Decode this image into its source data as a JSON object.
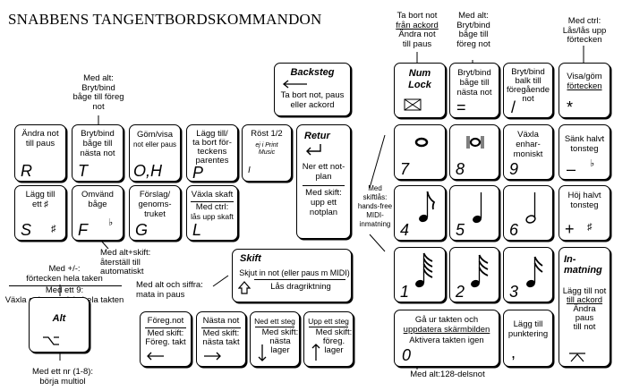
{
  "title": "SNABBENS TANGENTBORDSKOMMANDON",
  "notes": {
    "alt_top_label": "Med alt:",
    "alt_top_text": "Bryt/bind båge till föreg not",
    "plus_minus_1": "Med +/-:",
    "plus_minus_2": "förtecken hela taken",
    "nine_1": "Med ett 9:",
    "nine_2": "Växla enharmoniskt hela takten",
    "alt_bottom_1": "Med ett nr (1-8):",
    "alt_bottom_2": "börja multiol",
    "alt_shift_1": "Med alt+skift:",
    "alt_shift_2": "återställ till",
    "alt_shift_3": "automatiskt",
    "alt_digit_1": "Med alt och siffra:",
    "alt_digit_2": "mata in paus",
    "midi_1": "Med",
    "midi_2": "skiftlås:",
    "midi_3": "hands-free",
    "midi_4": "MIDI-",
    "midi_5": "inmatning",
    "numlock_top_1": "Ta bort not",
    "numlock_top_2": "från ackord",
    "numlock_top_3": "Ändra not",
    "numlock_top_4": "till paus",
    "slash_top_1": "Med alt:",
    "slash_top_2": "Bryt/bind",
    "slash_top_3": "båge till",
    "slash_top_4": "föreg not",
    "ctrl_top_1": "Med ctrl:",
    "ctrl_top_2": "Lås/lås upp",
    "ctrl_top_3": "förtecken",
    "alt128": "Med alt:128-delsnot"
  },
  "keys": {
    "r": {
      "l1": "Ändra not",
      "l2": "till paus",
      "k": "R"
    },
    "t": {
      "l1": "Bryt/bind",
      "l2": "båge till",
      "l3": "nästa not",
      "k": "T"
    },
    "oh": {
      "l1": "Göm/visa",
      "l2": "not eller paus",
      "k": "O,H"
    },
    "p": {
      "l1": "Lägg till/",
      "l2": "ta bort för-",
      "l3": "teckens",
      "l4": "parentes",
      "k": "P"
    },
    "i": {
      "l1": "Röst 1/2",
      "l2": "ej i Print",
      "l3": "Music",
      "k": "I"
    },
    "s": {
      "l1": "Lägg till",
      "l2": "ett",
      "k": "S"
    },
    "f": {
      "l1": "Omvänd",
      "l2": "båge",
      "k": "F"
    },
    "g": {
      "l1": "Förslag/",
      "l2": "genoms-",
      "l3": "truket",
      "k": "G"
    },
    "l": {
      "l1": "Växla skaft",
      "l2": "Med ctrl:",
      "l3": "lås upp skaft",
      "k": "L"
    },
    "backsteg": {
      "name": "Backsteg",
      "l1": "Ta bort not, paus",
      "l2": "eller ackord"
    },
    "retur": {
      "name": "Retur",
      "l1": "Ner ett not-",
      "l2": "plan",
      "l3": "Med skift:",
      "l4": "upp ett",
      "l5": "notplan"
    },
    "skift": {
      "name": "Skift",
      "l1": "Skjut in not (eller paus m MIDI)",
      "l2": "Lås dragriktning"
    },
    "alt": {
      "name": "Alt"
    },
    "left": {
      "l1": "Föreg.not",
      "l2": "Med skift:",
      "l3": "Föreg. takt"
    },
    "right": {
      "l1": "Nästa not",
      "l2": "Med skift:",
      "l3": "nästa takt"
    },
    "down": {
      "l1": "Ned ett steg",
      "l2": "Med skift:",
      "l3": "nästa",
      "l4": "lager"
    },
    "up": {
      "l1": "Upp ett steg",
      "l2": "Med skift:",
      "l3": "föreg.",
      "l4": "lager"
    },
    "numlock": {
      "l1": "Num",
      "l2": "Lock"
    },
    "slash": {
      "l1": "Bryt/bind",
      "l2": "båge till",
      "l3": "nästa not",
      "k": "="
    },
    "star_slash": {
      "l1": "Bryt/bind",
      "l2": "balk till",
      "l3": "föregående",
      "l4": "not",
      "k": "/"
    },
    "star": {
      "l1": "Visa/göm",
      "l2": "förtecken",
      "k": "*"
    },
    "n7": {
      "k": "7"
    },
    "n8": {
      "k": "8"
    },
    "n9": {
      "l1": "Växla",
      "l2": "enhar-",
      "l3": "moniskt",
      "k": "9"
    },
    "minus": {
      "l1": "Sänk halvt",
      "l2": "tonsteg",
      "k": "–"
    },
    "n4": {
      "k": "4"
    },
    "n5": {
      "k": "5"
    },
    "n6": {
      "k": "6"
    },
    "plus": {
      "l1": "Höj halvt",
      "l2": "tonsteg",
      "k": "+"
    },
    "n1": {
      "k": "1"
    },
    "n2": {
      "k": "2"
    },
    "n3": {
      "k": "3"
    },
    "enter": {
      "name": "In-",
      "name2": "matning",
      "l1": "Lägg till not",
      "l2": "till ackord",
      "l3": "Ändra",
      "l4": "paus",
      "l5": "till not"
    },
    "n0": {
      "l1": "Gå ur takten och",
      "l2": "uppdatera skärmbilden",
      "l3": "Aktivera takten igen",
      "k": "0"
    },
    "comma": {
      "l1": "Lägg till",
      "l2": "punktering",
      "k": ","
    }
  }
}
